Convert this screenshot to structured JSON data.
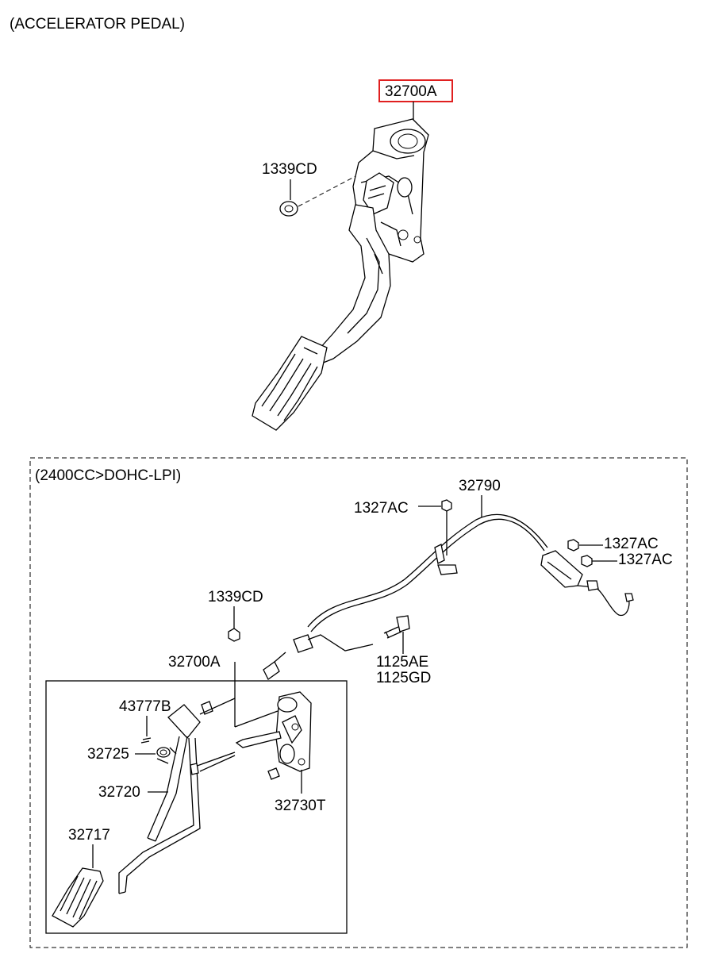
{
  "diagram": {
    "title": "(ACCELERATOR PEDAL)",
    "variant_label": "(2400CC>DOHC-LPI)",
    "highlight_color": "#e02020",
    "parts_upper": {
      "pedal_assy": "32700A",
      "nut": "1339CD"
    },
    "parts_lower": {
      "cable": "32790",
      "nut_a": "1327AC",
      "nut_b": "1327AC",
      "nut_c": "1327AC",
      "nut_d": "1339CD",
      "bolt_a": "1125AE",
      "bolt_b": "1125GD",
      "pedal_assy": "32700A",
      "pin": "43777B",
      "spring": "32725",
      "arm": "32720",
      "bracket": "32730T",
      "pad": "32717"
    }
  }
}
